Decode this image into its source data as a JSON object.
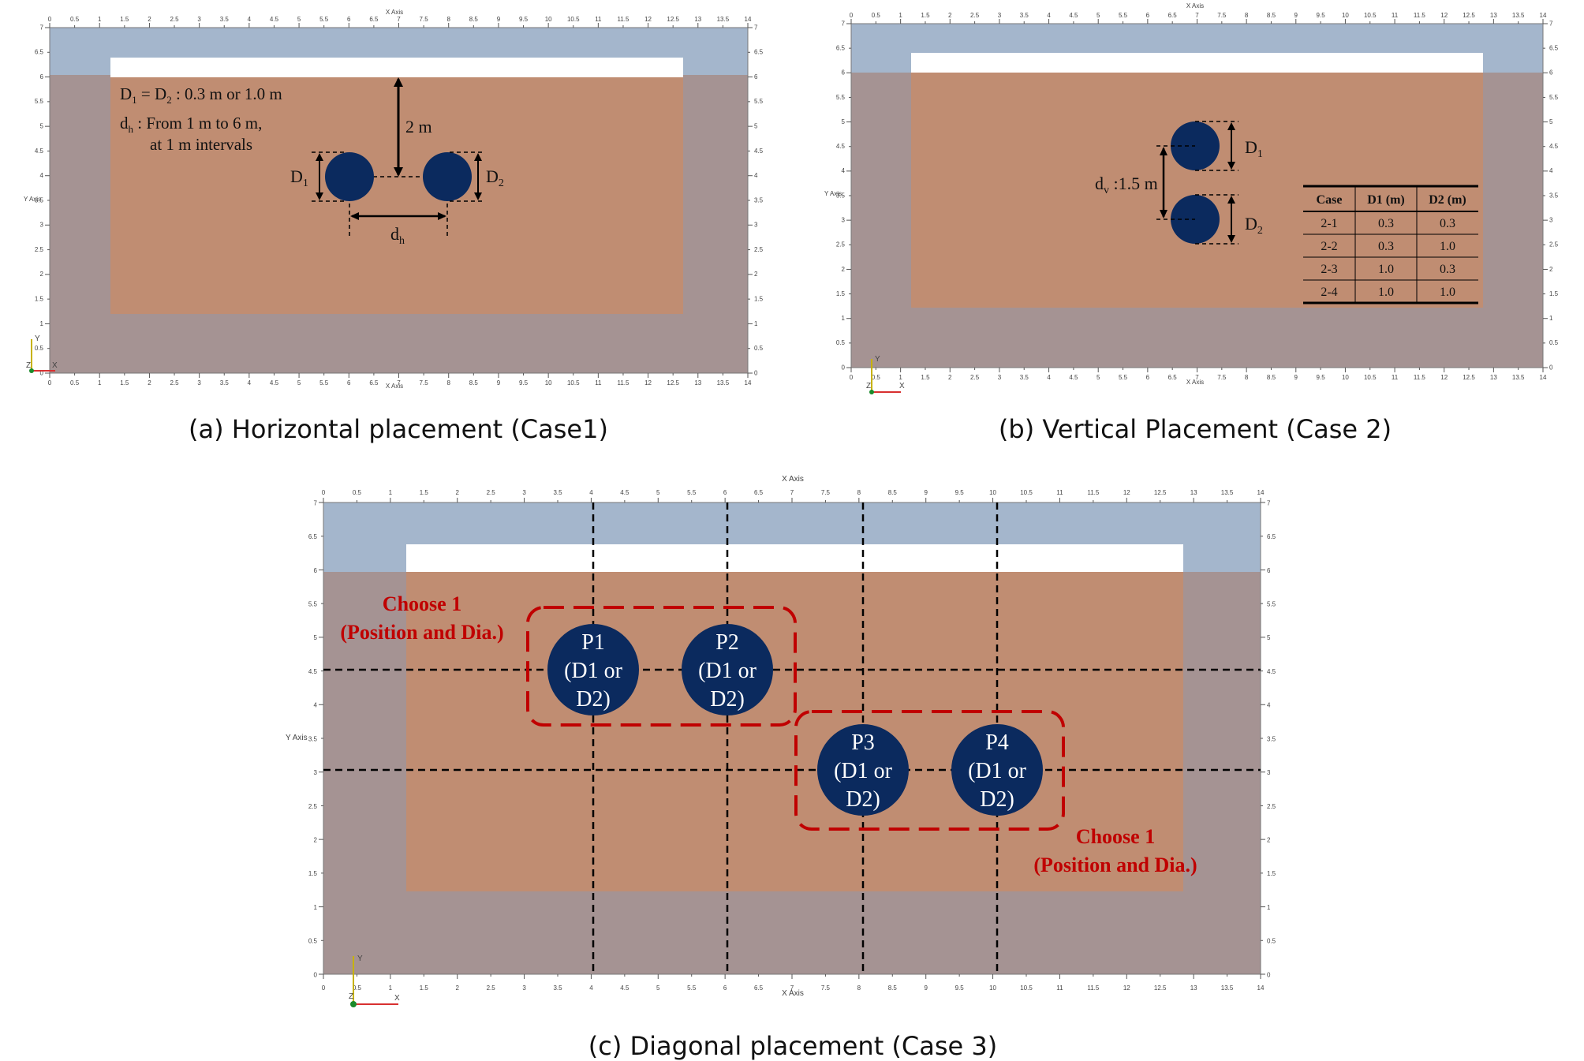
{
  "panel_a": {
    "caption": "(a) Horizontal placement (Case1)",
    "note_line1_pre": "D",
    "note_line1_sub1": "1",
    "note_line1_mid": " = D",
    "note_line1_sub2": "2",
    "note_line1_post": " : 0.3 m or 1.0 m",
    "note_line2_pre": "d",
    "note_line2_sub": "h",
    "note_line2_post": " : From 1 m to 6 m,",
    "note_line3": "at 1 m intervals",
    "depth_label": "2 m",
    "d1_label": "D",
    "d1_sub": "1",
    "d2_label": "D",
    "d2_sub": "2",
    "dh_label": "d",
    "dh_sub": "h",
    "x_axis_label": "X Axis",
    "y_axis_label": "Y Axis"
  },
  "panel_b": {
    "caption": "(b) Vertical Placement (Case 2)",
    "d1_label": "D",
    "d1_sub": "1",
    "d2_label": "D",
    "d2_sub": "2",
    "dv_label": "d",
    "dv_sub": "v",
    "dv_value": " :1.5 m",
    "x_axis_label": "X Axis",
    "y_axis_label": "Y Axis",
    "table": {
      "headers": [
        "Case",
        "D1 (m)",
        "D2 (m)"
      ],
      "rows": [
        [
          "2-1",
          "0.3",
          "0.3"
        ],
        [
          "2-2",
          "0.3",
          "1.0"
        ],
        [
          "2-3",
          "1.0",
          "0.3"
        ],
        [
          "2-4",
          "1.0",
          "1.0"
        ]
      ]
    }
  },
  "panel_c": {
    "caption": "(c) Diagonal placement (Case 3)",
    "group1_label_line1": "Choose 1",
    "group1_label_line2": "(Position and Dia.)",
    "group2_label_line1": "Choose 1",
    "group2_label_line2": "(Position and Dia.)",
    "pipes": [
      {
        "name": "P1",
        "line2": "(D1 or",
        "line3": "D2)"
      },
      {
        "name": "P2",
        "line2": "(D1 or",
        "line3": "D2)"
      },
      {
        "name": "P3",
        "line2": "(D1 or",
        "line3": "D2)"
      },
      {
        "name": "P4",
        "line2": "(D1 or",
        "line3": "D2)"
      }
    ],
    "x_axis_label": "X Axis",
    "y_axis_label": "Y Axis"
  },
  "axis": {
    "x_ticks": [
      "0",
      "0.5",
      "1",
      "1.5",
      "2",
      "2.5",
      "3",
      "3.5",
      "4",
      "4.5",
      "5",
      "5.5",
      "6",
      "6.5",
      "7",
      "7.5",
      "8",
      "8.5",
      "9",
      "9.5",
      "10",
      "10.5",
      "11",
      "11.5",
      "12",
      "12.5",
      "13",
      "13.5",
      "14"
    ],
    "y_ticks": [
      "0",
      "0.5",
      "1",
      "1.5",
      "2",
      "2.5",
      "3",
      "3.5",
      "4",
      "4.5",
      "5",
      "5.5",
      "6",
      "6.5",
      "7"
    ]
  },
  "colors": {
    "water": "#a4b6cc",
    "soil_outer": "#a59393",
    "soil_inner": "#c08d72",
    "pipe": "#0b2a5e",
    "dash_red": "#c00000"
  }
}
